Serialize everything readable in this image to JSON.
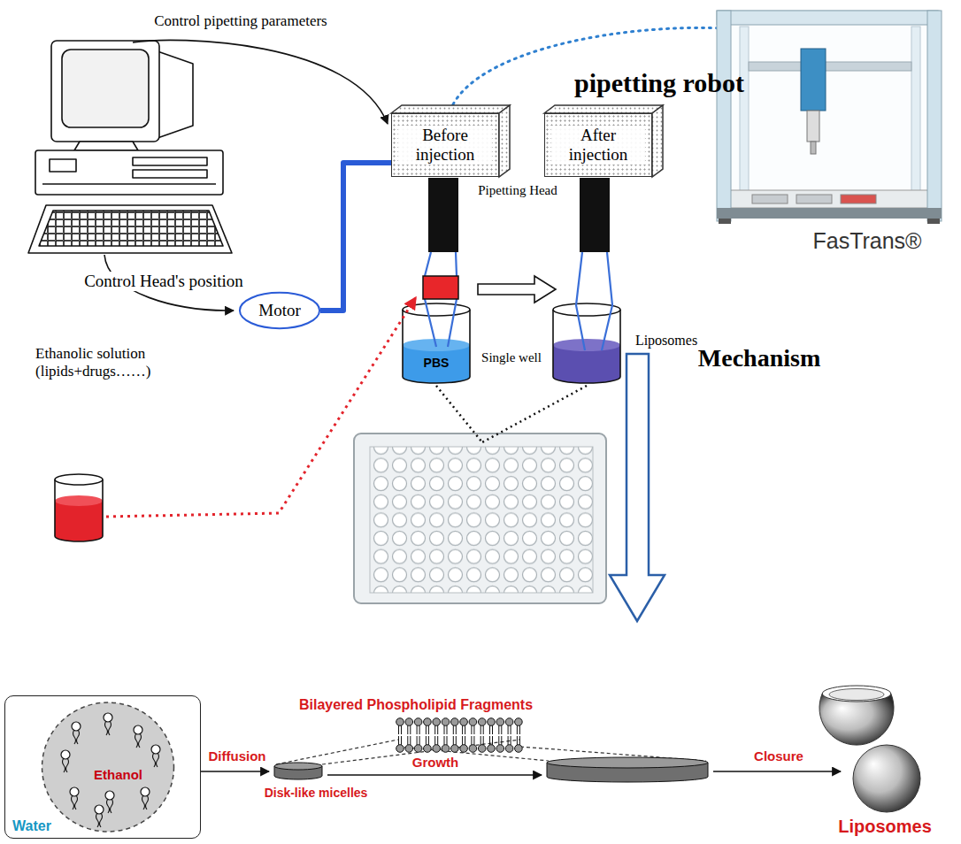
{
  "diagram": {
    "nodes": [
      {
        "text": [
          "Before injection"
        ]
      },
      {
        "text": [
          "After injection"
        ]
      },
      {
        "text": [
          "Motor"
        ]
      },
      {
        "text": [
          "Water"
        ]
      },
      {
        "text": [
          "Ethanol"
        ],
        "in": 3
      }
    ],
    "edges": [
      {
        "from": 2,
        "to": 0,
        "arrow": "none"
      }
    ],
    "labels": [
      "Control pipetting parameters",
      "pipetting robot",
      "Pipetting Head",
      "Control Head's position",
      "FasTrans®",
      "PBS",
      "Single well",
      "Liposomes",
      "Ethanolic solution (lipids+drugs……)",
      "Mechanism",
      "Bilayered Phospholipid Fragments",
      "Diffusion",
      "Disk-like micelles",
      "Growth",
      "Closure",
      "Liposomes"
    ]
  }
}
